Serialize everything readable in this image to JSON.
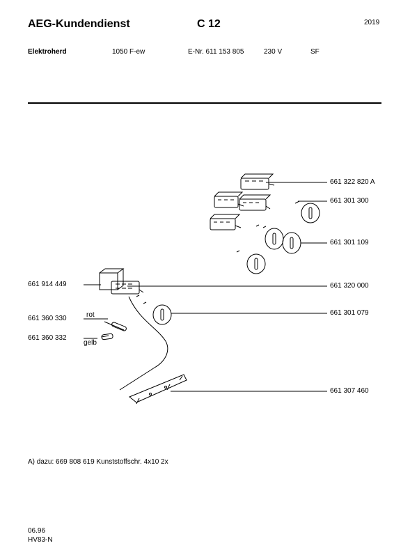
{
  "header": {
    "title": "AEG-Kundendienst",
    "page_code": "C 12",
    "page_number": "2019"
  },
  "device": {
    "type": "Elektroherd",
    "model": "1050 F-ew",
    "e_nr": "E-Nr. 611 153 805",
    "voltage": "230 V",
    "suffix": "SF"
  },
  "parts": {
    "p1": "661 322 820 A",
    "p2": "661 301 300",
    "p3": "661 301 109",
    "p4": "661 914 449",
    "p5": "661 320 000",
    "p6": "661 301 079",
    "p7": "661 360 330",
    "p8": "661 360 332",
    "p9": "661 307 460",
    "rot": "rot",
    "gelb": "gelb"
  },
  "note": "A) dazu:  669 808 619  Kunststoffschr.  4x10  2x",
  "footer": {
    "date": "06.96",
    "code": "HV83-N"
  }
}
